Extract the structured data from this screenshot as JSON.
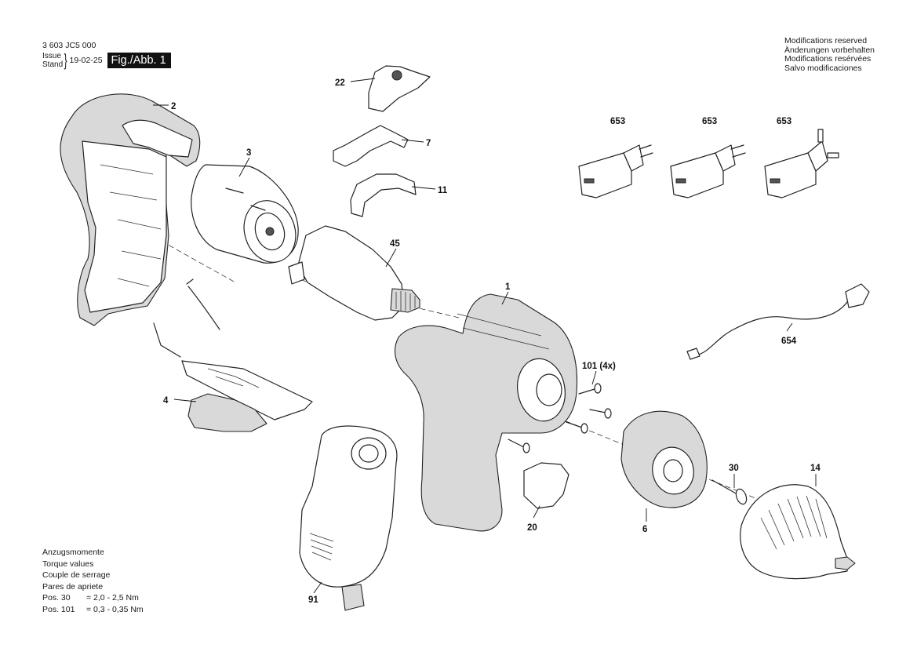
{
  "header": {
    "doc_number": "3 603 JC5 000",
    "issue_label": "Issue",
    "stand_label": "Stand",
    "issue_date": "19-02-25",
    "figure_label": "Fig./Abb. 1"
  },
  "notice": [
    "Modifications reserved",
    "Änderungen vorbehalten",
    "Modifications resérvées",
    "Salvo modificaciones"
  ],
  "torque": {
    "headings": [
      "Anzugsmomente",
      "Torque values",
      "Couple de serrage",
      "Pares de apriete"
    ],
    "rows": [
      {
        "pos": "Pos. 30",
        "value": "= 2,0 - 2,5 Nm"
      },
      {
        "pos": "Pos. 101",
        "value": "= 0,3 - 0,35 Nm"
      }
    ]
  },
  "callouts": {
    "p22": "22",
    "p2": "2",
    "p7": "7",
    "p11": "11",
    "p3": "3",
    "p653a": "653",
    "p653b": "653",
    "p653c": "653",
    "p45": "45",
    "p1": "1",
    "p654": "654",
    "p101": "101 (4x)",
    "p4": "4",
    "p30": "30",
    "p14": "14",
    "p20": "20",
    "p6": "6",
    "p91": "91"
  },
  "parts": [
    {
      "id": "2",
      "icon": "housing-half-icon"
    },
    {
      "id": "22",
      "icon": "cover-plate-icon"
    },
    {
      "id": "7",
      "icon": "switch-slider-icon"
    },
    {
      "id": "11",
      "icon": "switch-cap-icon"
    },
    {
      "id": "3",
      "icon": "motor-icon"
    },
    {
      "id": "45",
      "icon": "gearbox-icon"
    },
    {
      "id": "1",
      "icon": "housing-icon"
    },
    {
      "id": "101",
      "icon": "screw-icon"
    },
    {
      "id": "4",
      "icon": "circuit-board-icon"
    },
    {
      "id": "91",
      "icon": "battery-pack-icon"
    },
    {
      "id": "20",
      "icon": "clip-icon"
    },
    {
      "id": "6",
      "icon": "front-cap-icon"
    },
    {
      "id": "30",
      "icon": "screw-icon"
    },
    {
      "id": "14",
      "icon": "chuck-icon"
    },
    {
      "id": "653",
      "icon": "charger-plug-icon"
    },
    {
      "id": "654",
      "icon": "usb-cable-icon"
    }
  ]
}
